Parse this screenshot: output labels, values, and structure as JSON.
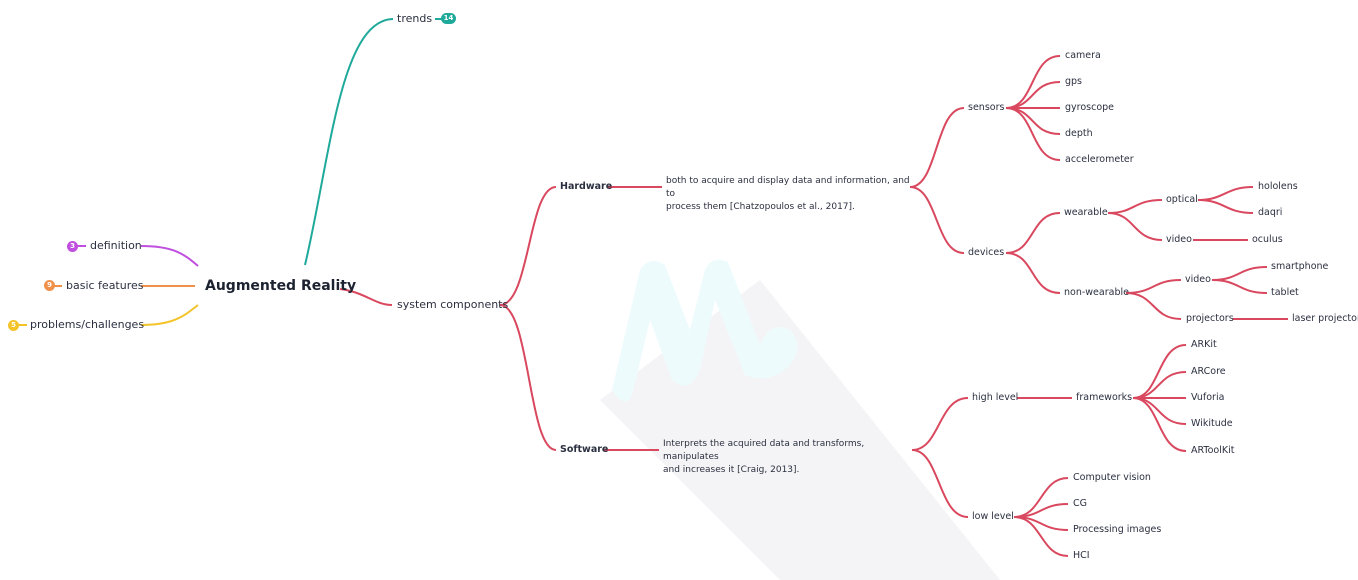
{
  "colors": {
    "trends": "#1fa99a",
    "definition": "#c04fe0",
    "basic_features": "#f0914a",
    "problems": "#f3c42a",
    "system": "#d9485e"
  },
  "root": {
    "label": "Augmented Reality"
  },
  "left": {
    "definition": {
      "label": "definition",
      "count": "3"
    },
    "basic_features": {
      "label": "basic features",
      "count": "9"
    },
    "problems": {
      "label": "problems/challenges",
      "count": "5"
    }
  },
  "trends": {
    "label": "trends",
    "count": "14"
  },
  "system": {
    "label": "system components",
    "hardware": {
      "label": "Hardware",
      "desc_line1": "both to acquire and display data and information, and to",
      "desc_line2": "process them [Chatzopoulos et al., 2017].",
      "sensors": {
        "label": "sensors",
        "items": [
          "camera",
          "gps",
          "gyroscope",
          "depth",
          "accelerometer"
        ]
      },
      "devices": {
        "label": "devices",
        "wearable": {
          "label": "wearable",
          "optical": {
            "label": "optical",
            "items": [
              "hololens",
              "daqri"
            ]
          },
          "video": {
            "label": "video",
            "items": [
              "oculus"
            ]
          }
        },
        "non_wearable": {
          "label": "non-wearable",
          "video": {
            "label": "video",
            "items": [
              "smartphone",
              "tablet"
            ]
          },
          "projectors": {
            "label": "projectors",
            "items": [
              "laser projector"
            ]
          }
        }
      }
    },
    "software": {
      "label": "Software",
      "desc_line1": "Interprets the acquired data and transforms, manipulates",
      "desc_line2": "and increases it [Craig, 2013].",
      "high_level": {
        "label": "high level",
        "frameworks": {
          "label": "frameworks",
          "items": [
            "ARKit",
            "ARCore",
            "Vuforia",
            "Wikitude",
            "ARToolKit"
          ]
        }
      },
      "low_level": {
        "label": "low level",
        "items": [
          "Computer vision",
          "CG",
          "Processing images",
          "HCI"
        ]
      }
    }
  }
}
